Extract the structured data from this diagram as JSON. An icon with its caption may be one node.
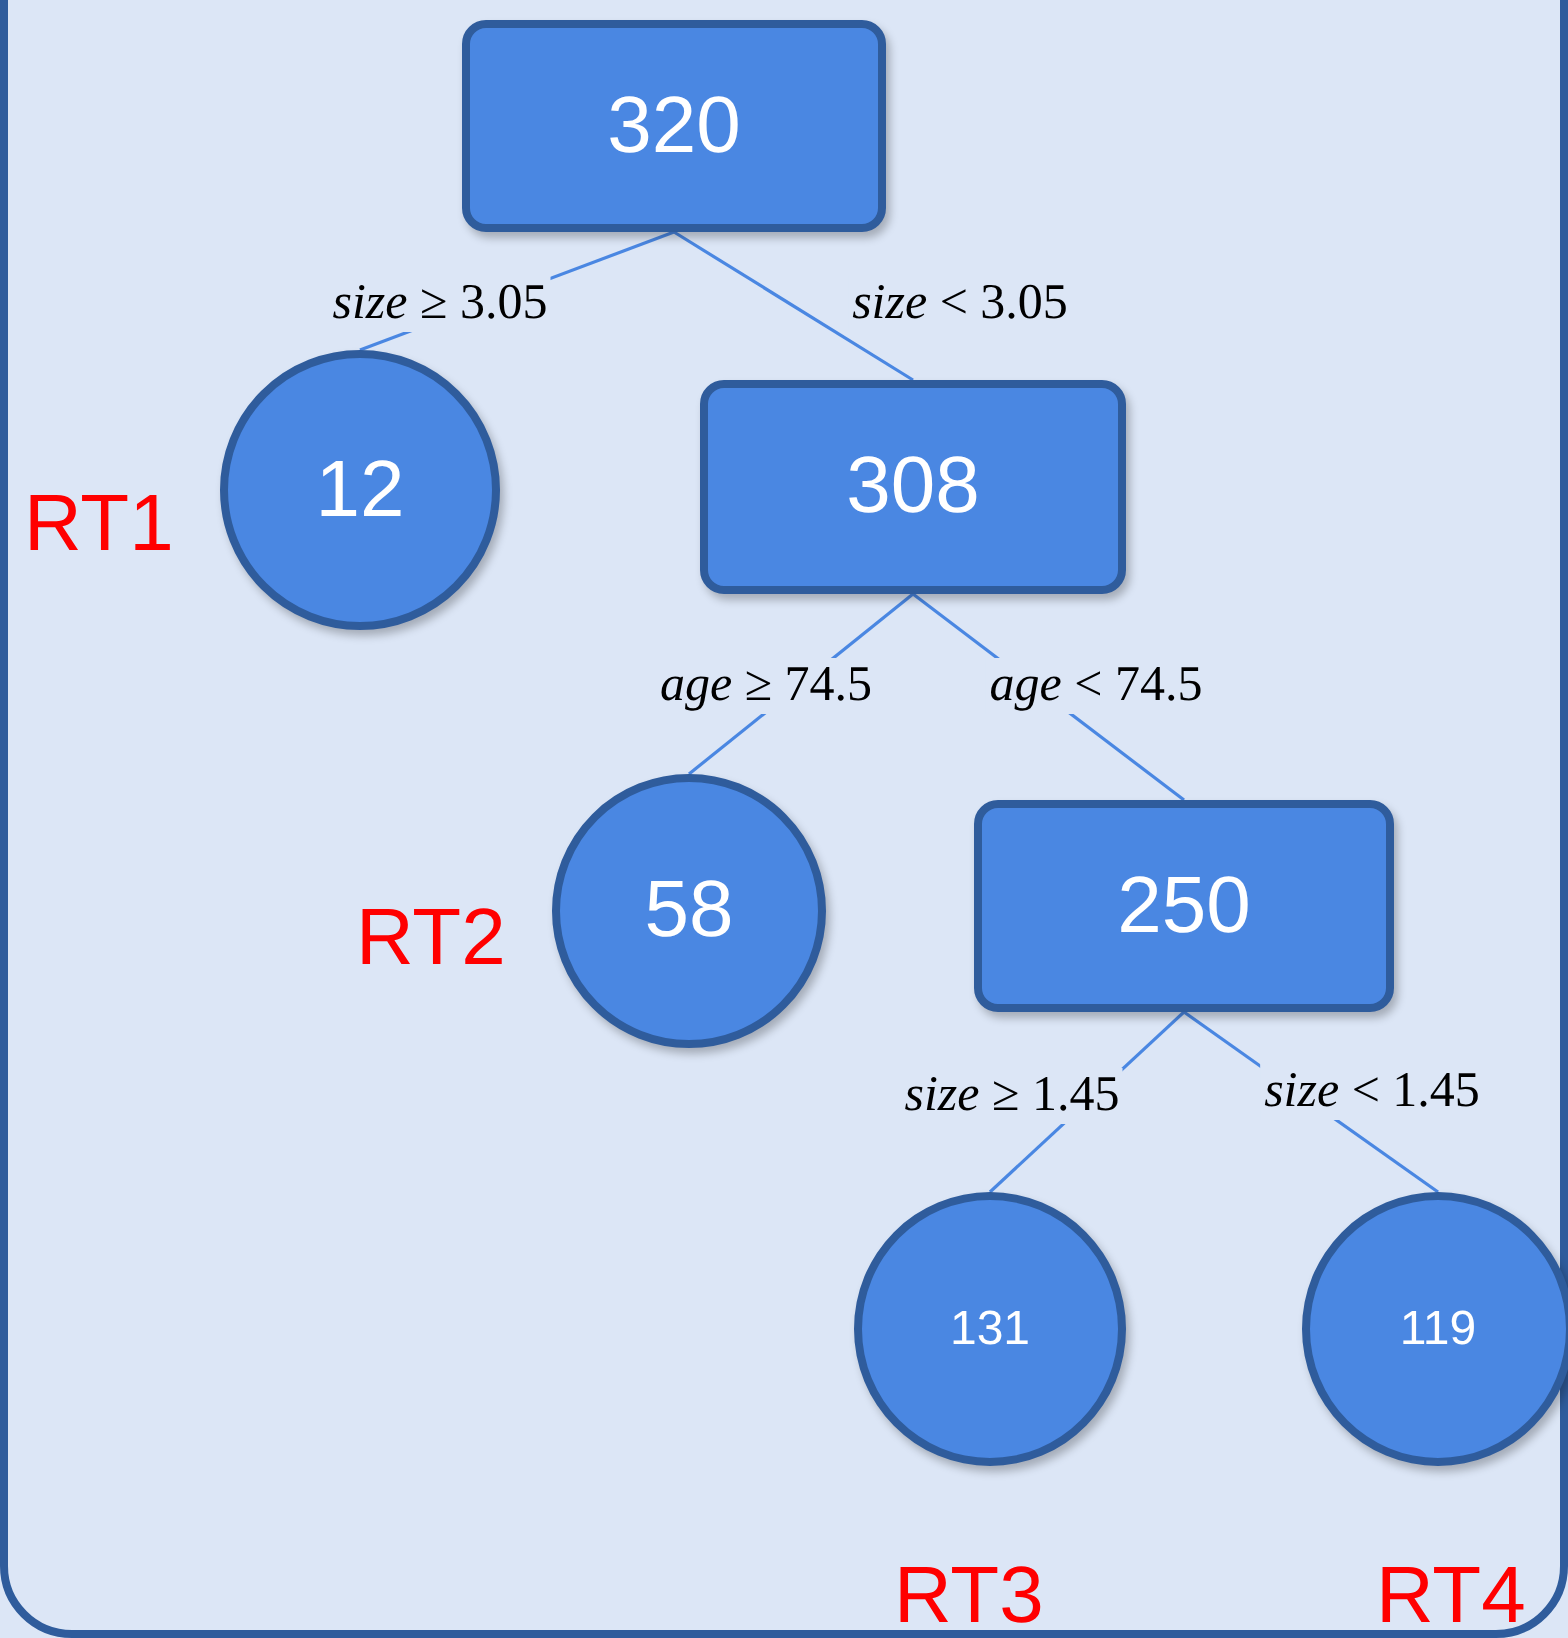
{
  "diagram": {
    "nodes": [
      {
        "text": [
          "320"
        ]
      },
      {
        "text": [
          "12"
        ],
        "beside": [
          "RT1"
        ]
      },
      {
        "text": [
          "308"
        ]
      },
      {
        "text": [
          "58"
        ],
        "beside": [
          "RT2"
        ]
      },
      {
        "text": [
          "250"
        ]
      },
      {
        "text": [
          "131"
        ],
        "beside": [
          "RT3"
        ]
      },
      {
        "text": [
          "119"
        ],
        "beside": [
          "RT4"
        ]
      }
    ],
    "edges": [
      {
        "from": 0,
        "to": 1,
        "arrow": "none",
        "label": "*size* ≥ 3.05"
      },
      {
        "from": 0,
        "to": 2,
        "arrow": "none",
        "label": "*size* < 3.05"
      },
      {
        "from": 2,
        "to": 3,
        "arrow": "none",
        "label": "*age* ≥ 74.5"
      },
      {
        "from": 2,
        "to": 4,
        "arrow": "none",
        "label": "*age* < 74.5"
      },
      {
        "from": 4,
        "to": 5,
        "arrow": "none",
        "label": "*size* ≥ 1.45"
      },
      {
        "from": 4,
        "to": 6,
        "arrow": "none",
        "label": "*size* < 1.45"
      }
    ]
  }
}
